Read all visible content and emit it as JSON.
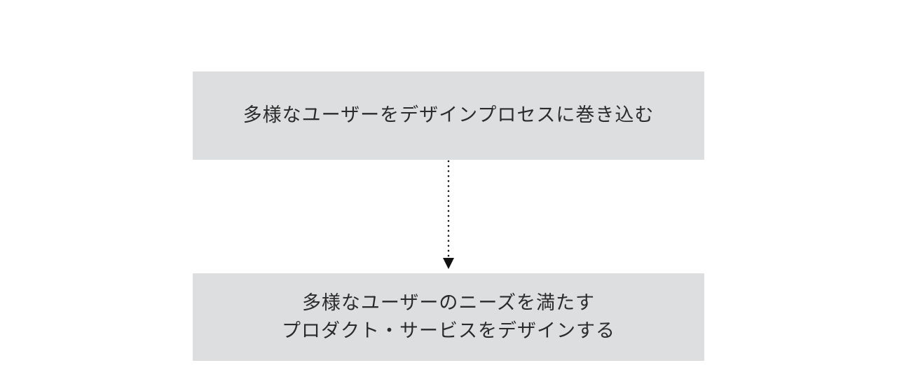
{
  "diagram": {
    "top_box": {
      "text": "多様なユーザーをデザインプロセスに巻き込む"
    },
    "bottom_box": {
      "line1": "多様なユーザーのニーズを満たす",
      "line2": "プロダクト・サービスをデザインする"
    },
    "colors": {
      "box_fill": "#dddee0",
      "text": "#2b2b2b",
      "arrow": "#111111"
    }
  }
}
